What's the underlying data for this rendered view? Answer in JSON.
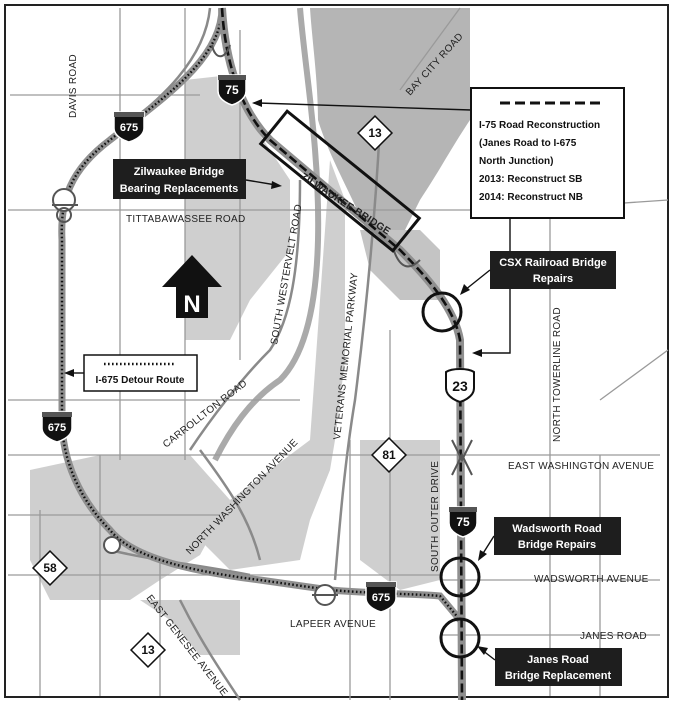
{
  "roads": {
    "davis": "DAVIS ROAD",
    "bay_city": "BAY CITY ROAD",
    "tittabawassee": "TITTABAWASSEE ROAD",
    "south_westervelt": "SOUTH WESTERVELT ROAD",
    "veterans": "VETERANS MEMORIAL PARKWAY",
    "carrollton": "CARROLLTON ROAD",
    "north_towerline": "NORTH TOWERLINE ROAD",
    "east_washington": "EAST WASHINGTON AVENUE",
    "north_washington": "NORTH WASHINGTON AVENUE",
    "south_outer": "SOUTH OUTER DRIVE",
    "wadsworth": "WADSWORTH AVENUE",
    "janes": "JANES ROAD",
    "lapeer": "LAPEER AVENUE",
    "east_genesee": "EAST GENESEE AVENUE",
    "zilwaukee_bridge": "ZILWAUKEE BRIDGE"
  },
  "shields": {
    "i75_top": "75",
    "i675_top": "675",
    "m13_top": "13",
    "i675_left": "675",
    "us23": "23",
    "m81": "81",
    "i75_bottom": "75",
    "m58": "58",
    "i675_bottom": "675",
    "m13_bottom": "13"
  },
  "legend_reconstruction": {
    "line1": "I-75 Road Reconstruction",
    "line2": "(Janes Road to I-675",
    "line3": "North Junction)",
    "line4": "2013: Reconstruct SB",
    "line5": "2014: Reconstruct NB"
  },
  "callouts": {
    "zilwaukee_line1": "Zilwaukee Bridge",
    "zilwaukee_line2": "Bearing Replacements",
    "csx_line1": "CSX Railroad Bridge",
    "csx_line2": "Repairs",
    "wadsworth_line1": "Wadsworth Road",
    "wadsworth_line2": "Bridge Repairs",
    "janes_line1": "Janes Road",
    "janes_line2": "Bridge Replacement"
  },
  "detour_legend": "I-675 Detour Route",
  "north_arrow": "N",
  "colors": {
    "land": "#ffffff",
    "gray_area": "#c8c8c8",
    "river": "#a9a9a9",
    "road": "#8f8f8f",
    "callout_bg": "#1e1e1e"
  }
}
